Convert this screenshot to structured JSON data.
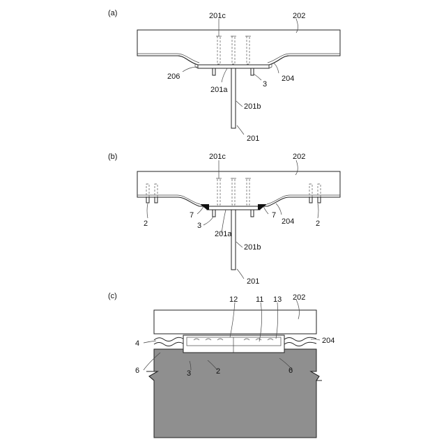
{
  "panels": [
    {
      "id": "a",
      "label": "(a)",
      "callouts": [
        "201c",
        "202",
        "206",
        "201a",
        "3",
        "204",
        "201b",
        "201"
      ]
    },
    {
      "id": "b",
      "label": "(b)",
      "callouts": [
        "201c",
        "202",
        "2",
        "7",
        "7",
        "3",
        "201a",
        "204",
        "2",
        "201b",
        "201"
      ]
    },
    {
      "id": "c",
      "label": "(c)",
      "callouts": [
        "202",
        "12",
        "11",
        "13",
        "4",
        "204",
        "6",
        "3",
        "2",
        "6"
      ]
    }
  ],
  "colors": {
    "ink": "#222222",
    "concrete": "#8f8f8f",
    "weld": "#111111",
    "paper": "#ffffff"
  }
}
